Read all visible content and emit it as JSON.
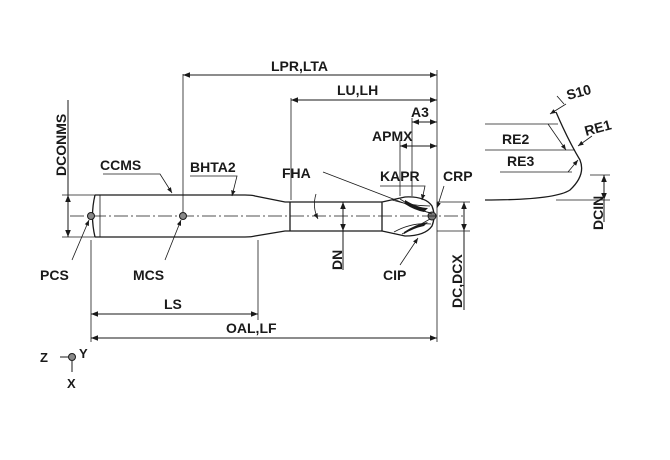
{
  "labels": {
    "lpr_lta": "LPR,LTA",
    "lu_lh": "LU,LH",
    "a3": "A3",
    "apmx": "APMX",
    "dconms": "DCONMS",
    "ccms": "CCMS",
    "bhta2": "BHTA2",
    "fha": "FHA",
    "kapr": "KAPR",
    "crp": "CRP",
    "pcs": "PCS",
    "mcs": "MCS",
    "dn": "DN",
    "cip": "CIP",
    "dc_dcx": "DC,DCX",
    "ls": "LS",
    "oal_lf": "OAL,LF",
    "s10": "S10",
    "re2": "RE2",
    "re1": "RE1",
    "re3": "RE3",
    "dcin": "DCIN"
  },
  "axes": {
    "z": "Z",
    "y": "Y",
    "x": "X"
  }
}
